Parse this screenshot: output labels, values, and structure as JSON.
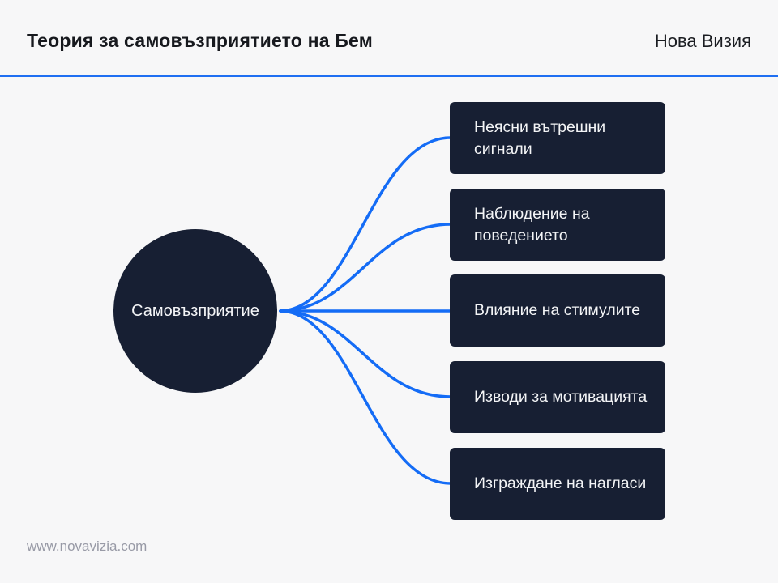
{
  "header": {
    "title": "Теория за самовъзприятието на Бем",
    "brand": "Нова Визия"
  },
  "diagram": {
    "center": {
      "label": "Самовъзприятие"
    },
    "nodes": [
      {
        "label": "Неясни вътрешни сигнали"
      },
      {
        "label": "Наблюдение на поведението"
      },
      {
        "label": "Влияние на стимулите"
      },
      {
        "label": "Изводи за мотивацията"
      },
      {
        "label": "Изграждане на нагласи"
      }
    ],
    "colors": {
      "node_background": "#171F33",
      "node_text": "#F3F4F6",
      "connector": "#146CF6",
      "divider": "#1F6FF2",
      "page_background": "#F7F7F8"
    }
  },
  "footer": {
    "url": "www.novavizia.com"
  }
}
